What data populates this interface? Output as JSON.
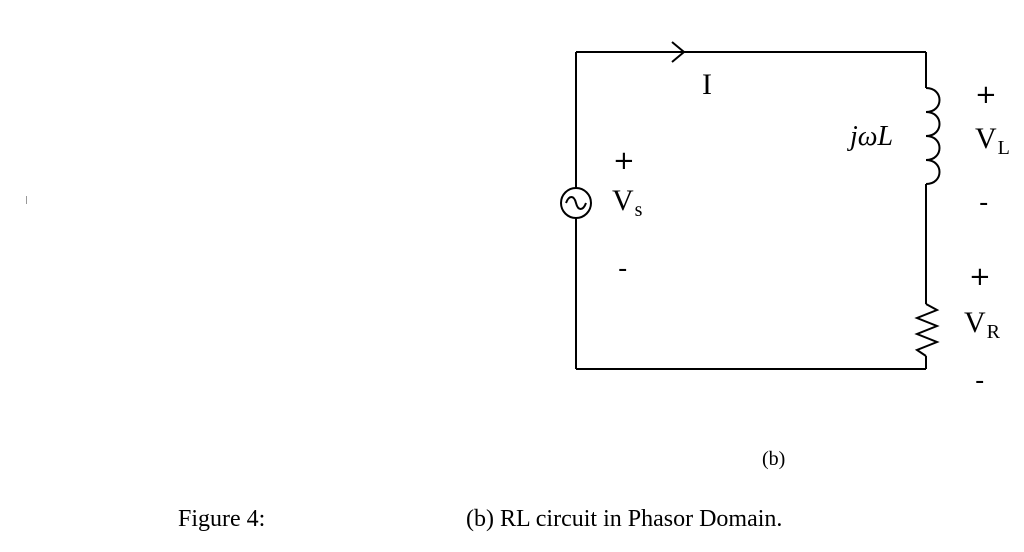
{
  "circuit": {
    "current_label": "I",
    "source": {
      "plus": "+",
      "label": "V",
      "label_sub": "s",
      "minus": "-"
    },
    "inductor": {
      "impedance_label": "jωL",
      "plus": "+",
      "label": "V",
      "label_sub": "L",
      "minus": "-"
    },
    "resistor": {
      "plus": "+",
      "label": "V",
      "label_sub": "R",
      "minus": "-"
    }
  },
  "subfigure_label": "(b)",
  "caption": {
    "figure_label": "Figure 4:",
    "text": "(b) RL circuit in Phasor Domain."
  }
}
